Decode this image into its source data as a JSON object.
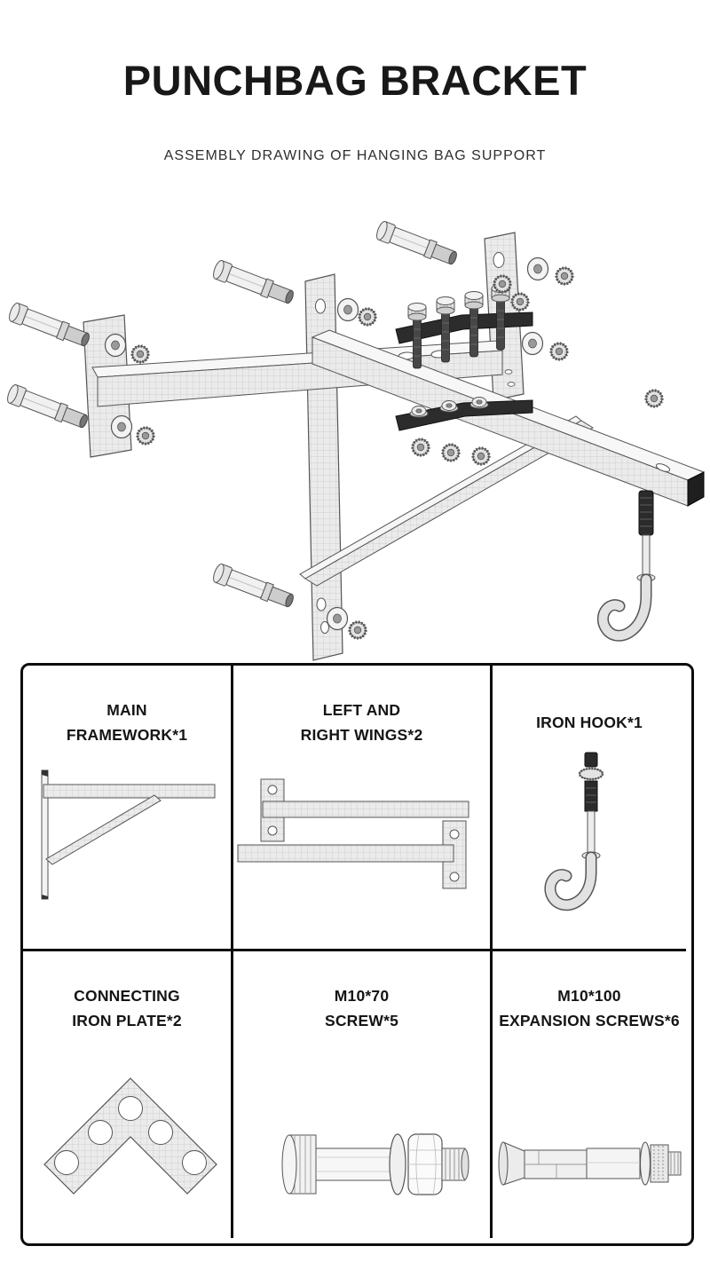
{
  "header": {
    "title": "PUNCHBAG BRACKET",
    "subtitle": "ASSEMBLY DRAWING OF HANGING BAG SUPPORT"
  },
  "parts": [
    {
      "id": "main-framework",
      "label": [
        "MAIN",
        "FRAMEWORK*1"
      ]
    },
    {
      "id": "left-right-wings",
      "label": [
        "LEFT AND",
        "RIGHT WINGS*2"
      ]
    },
    {
      "id": "iron-hook",
      "label": [
        "IRON HOOK*1"
      ]
    },
    {
      "id": "connecting-iron-plate",
      "label": [
        "CONNECTING",
        "IRON PLATE*2"
      ]
    },
    {
      "id": "m10-70-screw",
      "label": [
        "M10*70",
        "SCREW*5"
      ]
    },
    {
      "id": "m10-100-expansion-screws",
      "label": [
        "M10*100",
        "EXPANSION SCREWS*6"
      ]
    }
  ],
  "colors": {
    "background": "#ffffff",
    "text": "#1a1a1a",
    "table_border": "#0d0d0d",
    "drawing_line": "#555555",
    "metal_light": "#ebebeb",
    "plate_dark": "#2c2c2c"
  }
}
